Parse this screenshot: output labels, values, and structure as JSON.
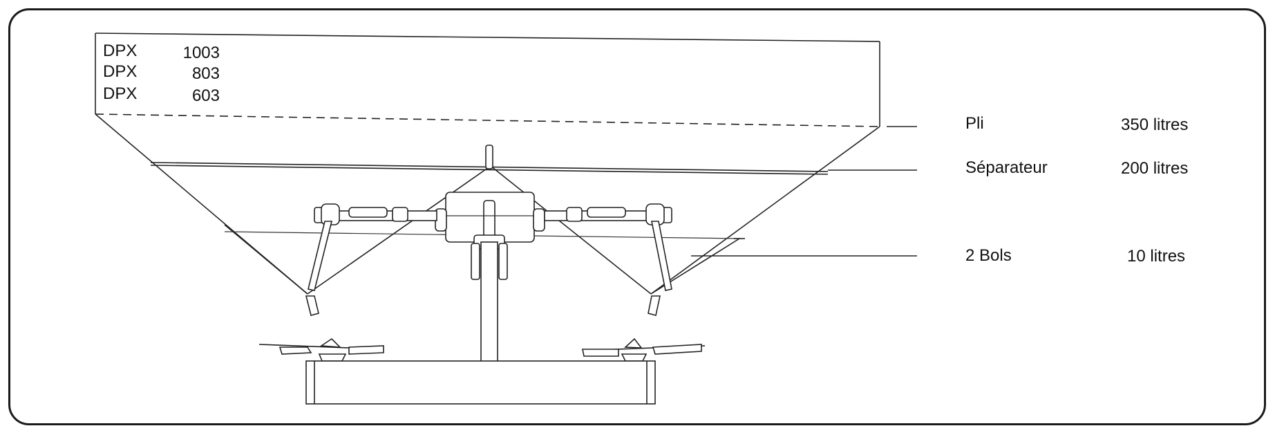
{
  "models": [
    {
      "name": "DPX",
      "number": "1003"
    },
    {
      "name": "DPX",
      "number": "803"
    },
    {
      "name": "DPX",
      "number": "603"
    }
  ],
  "levels": [
    {
      "label": "Pli",
      "volume": "350 litres"
    },
    {
      "label": "Séparateur",
      "volume": "200 litres"
    },
    {
      "label": "2 Bols",
      "volume": "10 litres"
    }
  ]
}
